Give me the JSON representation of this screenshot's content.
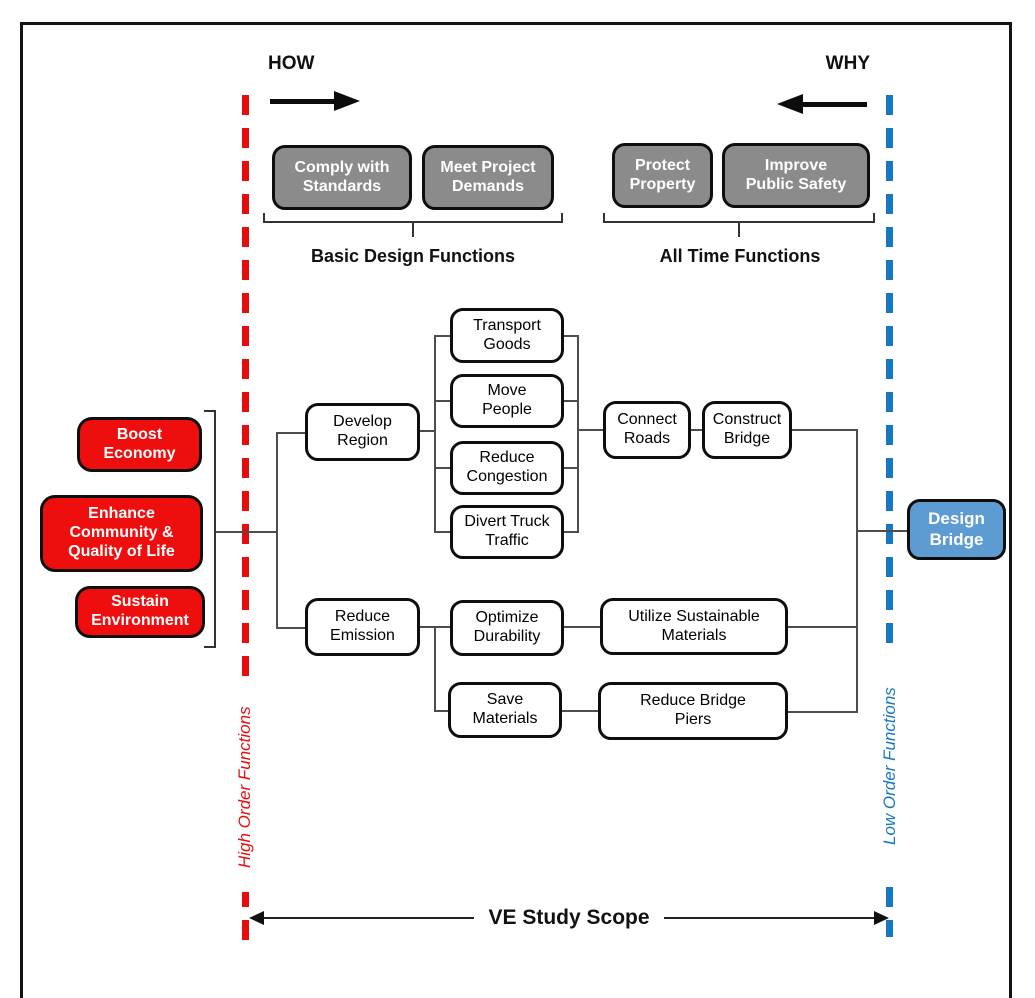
{
  "palette": {
    "high_order_red": "#ee0e0e",
    "red_dashed_line": "#e70d0d",
    "blue_dashed_line": "#1678c2",
    "gray_function_fill": "#8b8b8b",
    "design_bridge_blue": "#5d9bd3",
    "connector_gray": "#4d4d4d"
  },
  "direction_labels": {
    "how": "HOW",
    "why": "WHY"
  },
  "top_groups": {
    "basic_design": {
      "label": "Basic Design Functions",
      "boxes": [
        "Comply with Standards",
        "Meet Project Demands"
      ]
    },
    "all_time": {
      "label": "All Time Functions",
      "boxes": [
        "Protect Property",
        "Improve Public Safety"
      ]
    }
  },
  "high_order": {
    "axis_label": "High Order Functions",
    "boxes": [
      "Boost Economy",
      "Enhance Community & Quality of Life",
      "Sustain Environment"
    ]
  },
  "low_order": {
    "axis_label": "Low Order Functions"
  },
  "functions": {
    "develop_region": "Develop Region",
    "transport_goods": "Transport Goods",
    "move_people": "Move People",
    "reduce_congestion": "Reduce Congestion",
    "divert_truck_traffic": "Divert Truck Traffic",
    "connect_roads": "Connect Roads",
    "construct_bridge": "Construct Bridge",
    "reduce_emission": "Reduce Emission",
    "optimize_durability": "Optimize Durability",
    "utilize_sustainable_materials": "Utilize Sustainable Materials",
    "save_materials": "Save Materials",
    "reduce_bridge_piers": "Reduce Bridge Piers",
    "design_bridge": "Design Bridge"
  },
  "scope": {
    "label": "VE Study Scope"
  }
}
